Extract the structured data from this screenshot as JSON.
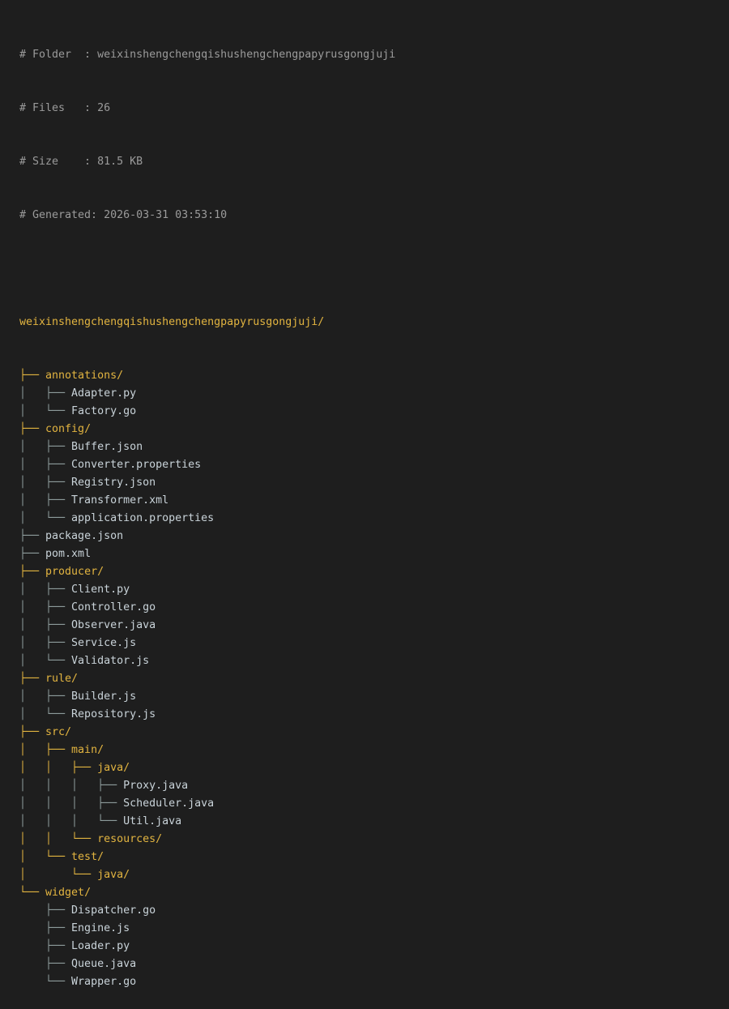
{
  "header": {
    "folder_line": "# Folder  : weixinshengchengqishushengchengpapyrusgongjuji",
    "files_line": "# Files   : 26",
    "size_line": "# Size    : 81.5 KB",
    "generated_line": "# Generated: 2026-03-31 03:53:10",
    "folder": "weixinshengchengqishushengchengpapyrusgongjuji",
    "files": "26",
    "size": "81.5 KB",
    "generated": "2026-03-31 03:53:10"
  },
  "colors": {
    "background": "#1e1e1e",
    "comment": "#9b9b9b",
    "directory": "#e2b440",
    "file": "#c9d3d9",
    "file_connector": "#8e9c9c"
  },
  "tree": {
    "root": "weixinshengchengqishushengchengpapyrusgongjuji/",
    "items": [
      {
        "prefix": "├── ",
        "name": "annotations/",
        "type": "dir"
      },
      {
        "prefix": "│   ├── ",
        "name": "Adapter.py",
        "type": "file"
      },
      {
        "prefix": "│   └── ",
        "name": "Factory.go",
        "type": "file"
      },
      {
        "prefix": "├── ",
        "name": "config/",
        "type": "dir"
      },
      {
        "prefix": "│   ├── ",
        "name": "Buffer.json",
        "type": "file"
      },
      {
        "prefix": "│   ├── ",
        "name": "Converter.properties",
        "type": "file"
      },
      {
        "prefix": "│   ├── ",
        "name": "Registry.json",
        "type": "file"
      },
      {
        "prefix": "│   ├── ",
        "name": "Transformer.xml",
        "type": "file"
      },
      {
        "prefix": "│   └── ",
        "name": "application.properties",
        "type": "file"
      },
      {
        "prefix": "├── ",
        "name": "package.json",
        "type": "file"
      },
      {
        "prefix": "├── ",
        "name": "pom.xml",
        "type": "file"
      },
      {
        "prefix": "├── ",
        "name": "producer/",
        "type": "dir"
      },
      {
        "prefix": "│   ├── ",
        "name": "Client.py",
        "type": "file"
      },
      {
        "prefix": "│   ├── ",
        "name": "Controller.go",
        "type": "file"
      },
      {
        "prefix": "│   ├── ",
        "name": "Observer.java",
        "type": "file"
      },
      {
        "prefix": "│   ├── ",
        "name": "Service.js",
        "type": "file"
      },
      {
        "prefix": "│   └── ",
        "name": "Validator.js",
        "type": "file"
      },
      {
        "prefix": "├── ",
        "name": "rule/",
        "type": "dir"
      },
      {
        "prefix": "│   ├── ",
        "name": "Builder.js",
        "type": "file"
      },
      {
        "prefix": "│   └── ",
        "name": "Repository.js",
        "type": "file"
      },
      {
        "prefix": "├── ",
        "name": "src/",
        "type": "dir"
      },
      {
        "prefix": "│   ├── ",
        "name": "main/",
        "type": "dir"
      },
      {
        "prefix": "│   │   ├── ",
        "name": "java/",
        "type": "dir"
      },
      {
        "prefix": "│   │   │   ├── ",
        "name": "Proxy.java",
        "type": "file"
      },
      {
        "prefix": "│   │   │   ├── ",
        "name": "Scheduler.java",
        "type": "file"
      },
      {
        "prefix": "│   │   │   └── ",
        "name": "Util.java",
        "type": "file"
      },
      {
        "prefix": "│   │   └── ",
        "name": "resources/",
        "type": "dir"
      },
      {
        "prefix": "│   └── ",
        "name": "test/",
        "type": "dir"
      },
      {
        "prefix": "│       └── ",
        "name": "java/",
        "type": "dir"
      },
      {
        "prefix": "└── ",
        "name": "widget/",
        "type": "dir"
      },
      {
        "prefix": "    ├── ",
        "name": "Dispatcher.go",
        "type": "file"
      },
      {
        "prefix": "    ├── ",
        "name": "Engine.js",
        "type": "file"
      },
      {
        "prefix": "    ├── ",
        "name": "Loader.py",
        "type": "file"
      },
      {
        "prefix": "    ├── ",
        "name": "Queue.java",
        "type": "file"
      },
      {
        "prefix": "    └── ",
        "name": "Wrapper.go",
        "type": "file"
      }
    ]
  }
}
